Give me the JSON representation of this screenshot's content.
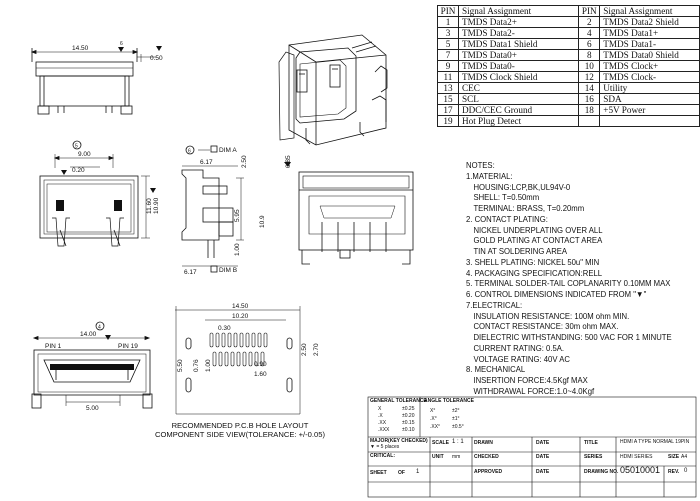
{
  "pin_table": {
    "headers": [
      "PIN",
      "Signal Assignment",
      "PIN",
      "Signal Assignment"
    ],
    "rows": [
      [
        "1",
        "TMDS Data2+",
        "2",
        "TMDS Data2 Shield"
      ],
      [
        "3",
        "TMDS Data2-",
        "4",
        "TMDS Data1+"
      ],
      [
        "5",
        "TMDS Data1 Shield",
        "6",
        "TMDS Data1-"
      ],
      [
        "7",
        "TMDS Data0+",
        "8",
        "TMDS Data0 Shield"
      ],
      [
        "9",
        "TMDS Data0-",
        "10",
        "TMDS Clock+"
      ],
      [
        "11",
        "TMDS Clock Shield",
        "12",
        "TMDS Clock-"
      ],
      [
        "13",
        "CEC",
        "14",
        "Utility"
      ],
      [
        "15",
        "SCL",
        "16",
        "SDA"
      ],
      [
        "17",
        "DDC/CEC Ground",
        "18",
        "+5V Power"
      ],
      [
        "19",
        "Hot Plug Detect",
        "",
        ""
      ]
    ]
  },
  "notes": {
    "title": "NOTES:",
    "lines": [
      "1.MATERIAL:",
      "HOUSING:LCP,BK,UL94V-0",
      "SHELL: T=0.50mm",
      "TERMINAL: BRASS, T=0.20mm",
      "2. CONTACT PLATING:",
      "NICKEL UNDERPLATING OVER ALL",
      "GOLD PLATING AT CONTACT AREA",
      "TIN AT SOLDERING AREA",
      "3. SHELL PLATING: NICKEL 50u\" MIN",
      "4. PACKAGING SPECIFICATION:RELL",
      "5. TERMINAL SOLDER-TAIL COPLANARITY 0.10MM MAX",
      "6. CONTROL DIMENSIONS INDICATED FROM \"▼\"",
      "7.ELECTRICAL:",
      "INSULATION RESISTANCE: 100M ohm MIN.",
      "CONTACT RESISTANCE: 30m ohm MAX.",
      "DIELECTRIC WITHSTANDING: 500 VAC FOR 1 MINUTE",
      "CURRENT RATING: 0.5A.",
      "VOLTAGE RATING: 40V AC",
      "8. MECHANICAL",
      "INSERTION FORCE:4.5Kgf MAX",
      "WITHDRAWAL FORCE:1.0~4.0Kgf"
    ],
    "indented": [
      1,
      2,
      3,
      5,
      6,
      7,
      13,
      14,
      15,
      16,
      17,
      19,
      20
    ]
  },
  "pcb_caption": {
    "line1": "RECOMMENDED P.C.B HOLE LAYOUT",
    "line2": "COMPONENT SIDE VIEW(TOLERANCE: +/-0.05)"
  },
  "dims": {
    "top_width": "14.50",
    "top_right": "0.50",
    "front_w1": "9.00",
    "front_w2": "0.20",
    "front_h1": "11.60",
    "front_h2": "10.90",
    "side_h1": "2.50",
    "side_b": "0.85",
    "side_h2": "5.95",
    "side_h3": "1.00",
    "side_h4": "10.9",
    "side_bot": "6.17",
    "side_top": "6.17",
    "datum_a": "DIM A",
    "datum_b": "DIM B",
    "right_h": "0.85",
    "bottom_w1": "14.00",
    "bottom_w2": "5.00",
    "pin1": "PIN 1",
    "pin19": "PIN 19",
    "pcb_w1": "14.50",
    "pcb_w2": "10.20",
    "pcb_w3": "0.30",
    "pcb_r1": "2.50",
    "pcb_r2": "2.70",
    "pcb_h1": "5.50",
    "pcb_h2": "0.76",
    "pcb_h3": "1.00",
    "pcb_b1": "0.90",
    "pcb_b2": "1.60",
    "balloon_4": "4",
    "balloon_5": "5",
    "balloon_6": "6"
  },
  "title_block": {
    "general_tolerance": "GENERAL TOLERANCE",
    "angle_tolerance": "ANGLE TOLERANCE",
    "tol_rows": [
      [
        "X",
        "±0.25"
      ],
      [
        ".X",
        "±0.20"
      ],
      [
        ".XX",
        "±0.15"
      ],
      [
        ".XXX",
        "±0.10"
      ]
    ],
    "angle_rows": [
      [
        "X°",
        "±2°"
      ],
      [
        ".X°",
        "±1°"
      ],
      [
        ".XX°",
        "±0.5°"
      ]
    ],
    "critical_dims": "MAJOR(KEY CHECKED)",
    "critical_note": "▼ = 5 places",
    "critical": "CRITICAL:",
    "unit_label": "UNIT",
    "unit_value": "mm",
    "scale_label": "SCALE",
    "scale_value": "1 : 1",
    "sheet_label": "SHEET",
    "sheet_of": "OF",
    "sheet_value": "1",
    "drawn": "DRAWN",
    "checked": "CHECKED",
    "approved": "APPROVED",
    "date": "DATE",
    "title_label": "TITLE",
    "title_value": "HDMI A TYPE NORMAL 19PIN",
    "series_label": "SERIES",
    "series_value": "HDMI SERIES",
    "size_label": "SIZE",
    "size_value": "A4",
    "drawing_no_label": "DRAWING NO.",
    "drawing_no": "05010001",
    "rev_label": "REV.",
    "rev_value": "0"
  }
}
